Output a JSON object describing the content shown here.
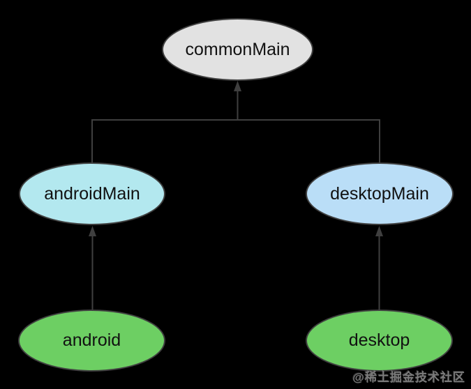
{
  "diagram": {
    "background_color": "#000000",
    "edge_color": "#3f3f3f",
    "node_border_color": "#404040",
    "text_color": "#111111",
    "nodes": [
      {
        "id": "commonMain",
        "label": "commonMain",
        "fill": "#e2e2e2"
      },
      {
        "id": "androidMain",
        "label": "androidMain",
        "fill": "#b3e8ef"
      },
      {
        "id": "desktopMain",
        "label": "desktopMain",
        "fill": "#badef7"
      },
      {
        "id": "android",
        "label": "android",
        "fill": "#6dcf63"
      },
      {
        "id": "desktop",
        "label": "desktop",
        "fill": "#6dcf63"
      }
    ],
    "edges": [
      {
        "from": "androidMain",
        "to": "commonMain"
      },
      {
        "from": "desktopMain",
        "to": "commonMain"
      },
      {
        "from": "android",
        "to": "androidMain"
      },
      {
        "from": "desktop",
        "to": "desktopMain"
      }
    ],
    "watermark": "@稀土掘金技术社区"
  }
}
